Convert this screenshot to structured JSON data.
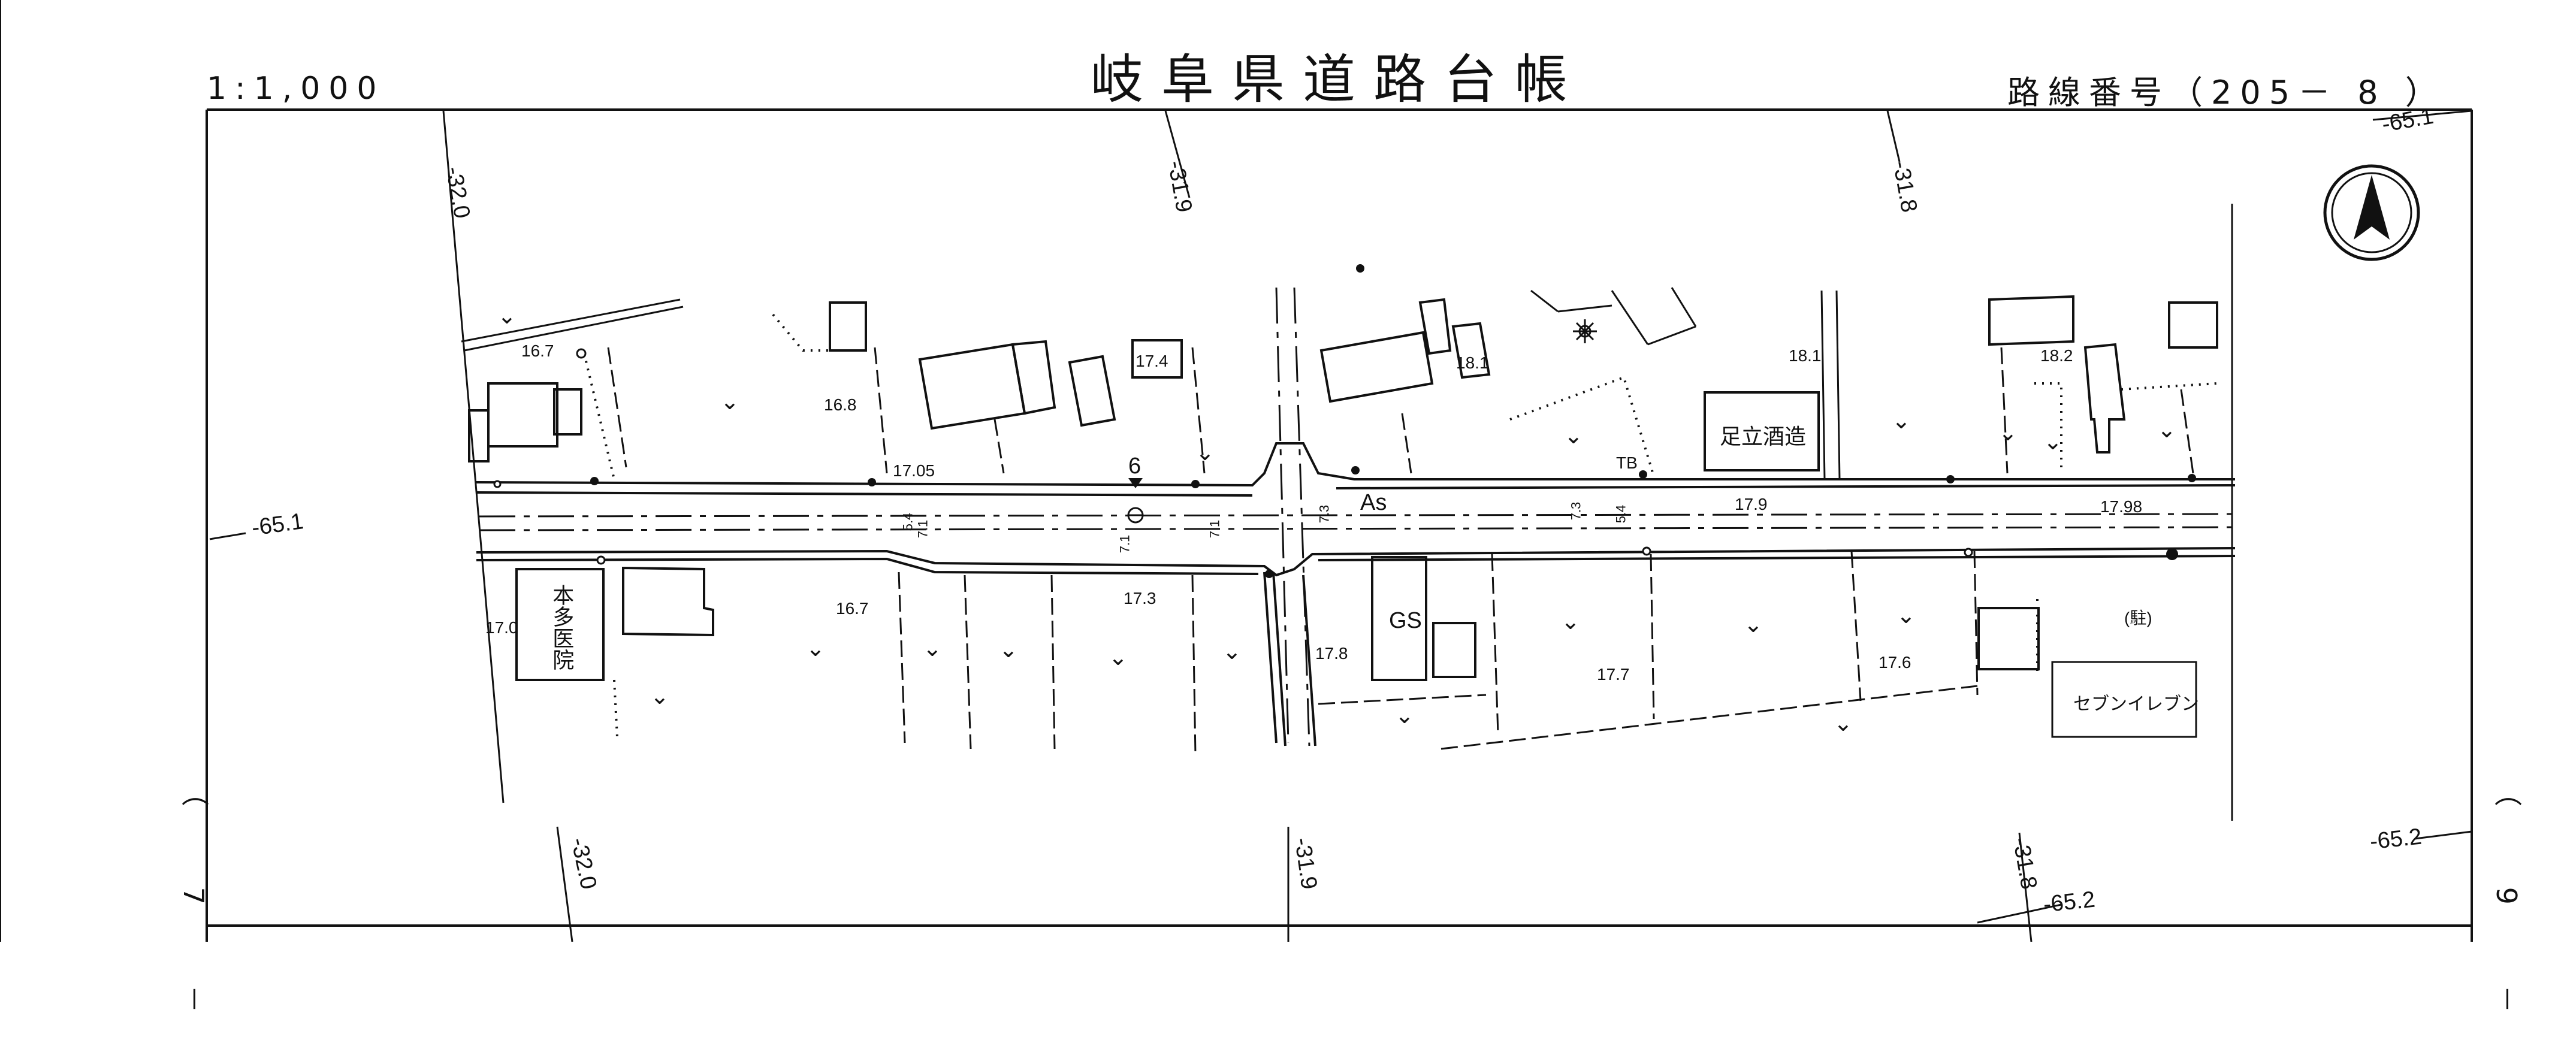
{
  "header": {
    "title": "岐阜県道路台帳",
    "scale": "1:1,000",
    "route_number": "路線番号（205－ 8 ）"
  },
  "sheet_refs": {
    "left": "（ 7 －",
    "right": "（ 9 －"
  },
  "grid_labels": {
    "top_a": "-32.0",
    "top_b": "-31.9",
    "top_c": "-31.8",
    "top_right": "-65.1",
    "left_mid": "-65.1",
    "bottom_a": "-32.0",
    "bottom_b": "-31.9",
    "bottom_c": "-31.8",
    "bottom_right_a": "-65.2",
    "bottom_right_b": "-65.2"
  },
  "buildings": {
    "adachi_brewery": "足立酒造",
    "honda_clinic": "本多医院",
    "gas_station": "GS",
    "seven_eleven": "セブンイレブン",
    "parking": "(駐)"
  },
  "road": {
    "surface": "As",
    "telephone_box": "TB",
    "station_marker": "6"
  },
  "elevations": [
    "16.7",
    "16.8",
    "17.4",
    "18.1",
    "18.1",
    "18.2",
    "17.05",
    "17.9",
    "17.98",
    "16.7",
    "17.3",
    "17.0",
    "17.8",
    "17.7",
    "17.6"
  ],
  "widths": [
    "5.4",
    "7.1",
    "7.1",
    "7.1",
    "7.3",
    "7.3",
    "5.4"
  ],
  "icons": {
    "north_arrow": "north-arrow-icon",
    "field_mark": "field-check-icon",
    "power_pole": "pole-dot-icon",
    "temple_mark": "sun-mark-icon"
  }
}
